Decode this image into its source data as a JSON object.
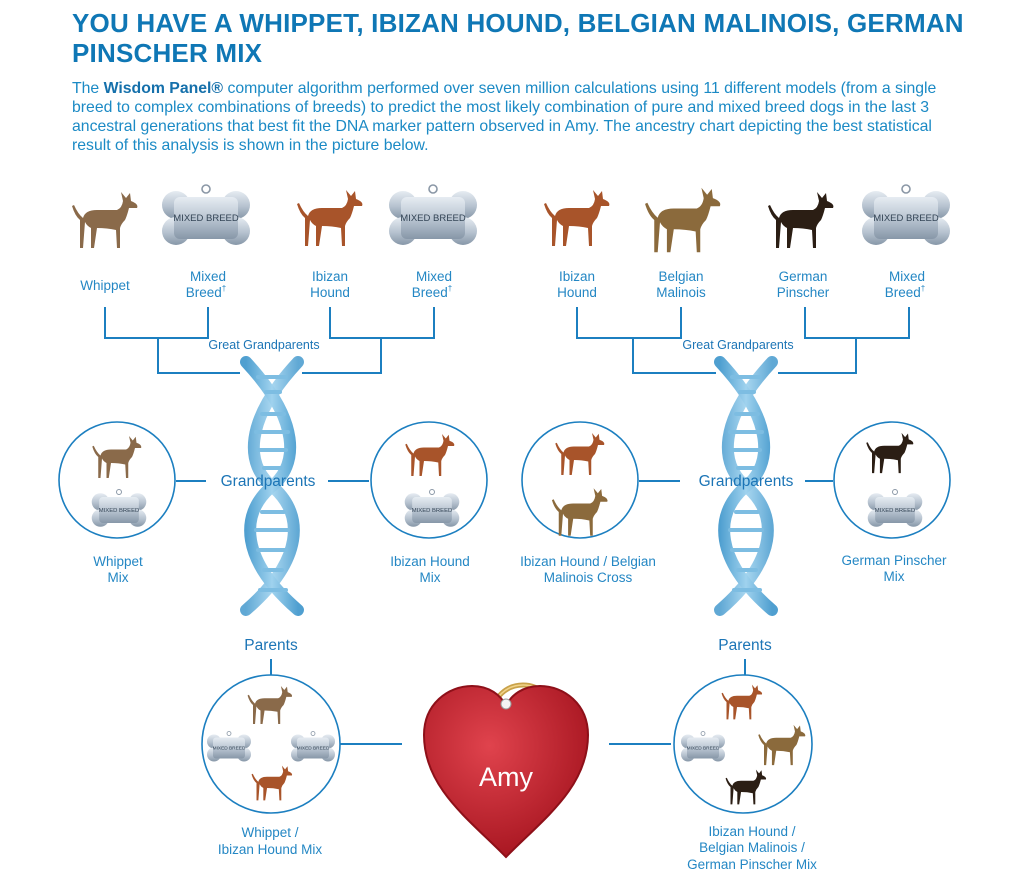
{
  "title": "YOU HAVE A WHIPPET, IBIZAN HOUND, BELGIAN MALINOIS, GERMAN PINSCHER MIX",
  "intro": {
    "prefix": "The ",
    "brand": "Wisdom Panel®",
    "text": " computer algorithm performed over seven million calculations using 11 different models (from a single breed to complex combinations of breeds) to predict the most likely combination of pure and mixed breed dogs in the last 3 ancestral generations that best fit the DNA marker pattern observed in Amy. The ancestry chart depicting the best statistical result of this analysis is shown in the picture below."
  },
  "tag_text": "MIXED BREED",
  "dagger": "†",
  "sections": {
    "great_grandparents": "Great Grandparents",
    "grandparents": "Grandparents",
    "parents": "Parents"
  },
  "great_grandparents": [
    {
      "line1": "Whippet",
      "line2": ""
    },
    {
      "line1": "Mixed",
      "line2": "Breed"
    },
    {
      "line1": "Ibizan",
      "line2": "Hound"
    },
    {
      "line1": "Mixed",
      "line2": "Breed"
    },
    {
      "line1": "Ibizan",
      "line2": "Hound"
    },
    {
      "line1": "Belgian",
      "line2": "Malinois"
    },
    {
      "line1": "German",
      "line2": "Pinscher"
    },
    {
      "line1": "Mixed",
      "line2": "Breed"
    }
  ],
  "grandparents": [
    {
      "line1": "Whippet",
      "line2": "Mix"
    },
    {
      "line1": "Ibizan Hound",
      "line2": "Mix"
    },
    {
      "line1": "Ibizan Hound / Belgian",
      "line2": "Malinois Cross"
    },
    {
      "line1": "German Pinscher",
      "line2": "Mix"
    }
  ],
  "parents": [
    {
      "line1": "Whippet /",
      "line2": "Ibizan Hound Mix",
      "line3": ""
    },
    {
      "line1": "Ibizan Hound /",
      "line2": "Belgian Malinois /",
      "line3": "German Pinscher Mix"
    }
  ],
  "dog_name": "Amy",
  "colors": {
    "title": "#0f77b5",
    "text": "#1b8ac5",
    "line": "#1c7fc0",
    "dna": "#6ab2da",
    "heart": "#c21f2c",
    "tag": "#aab6c3"
  }
}
